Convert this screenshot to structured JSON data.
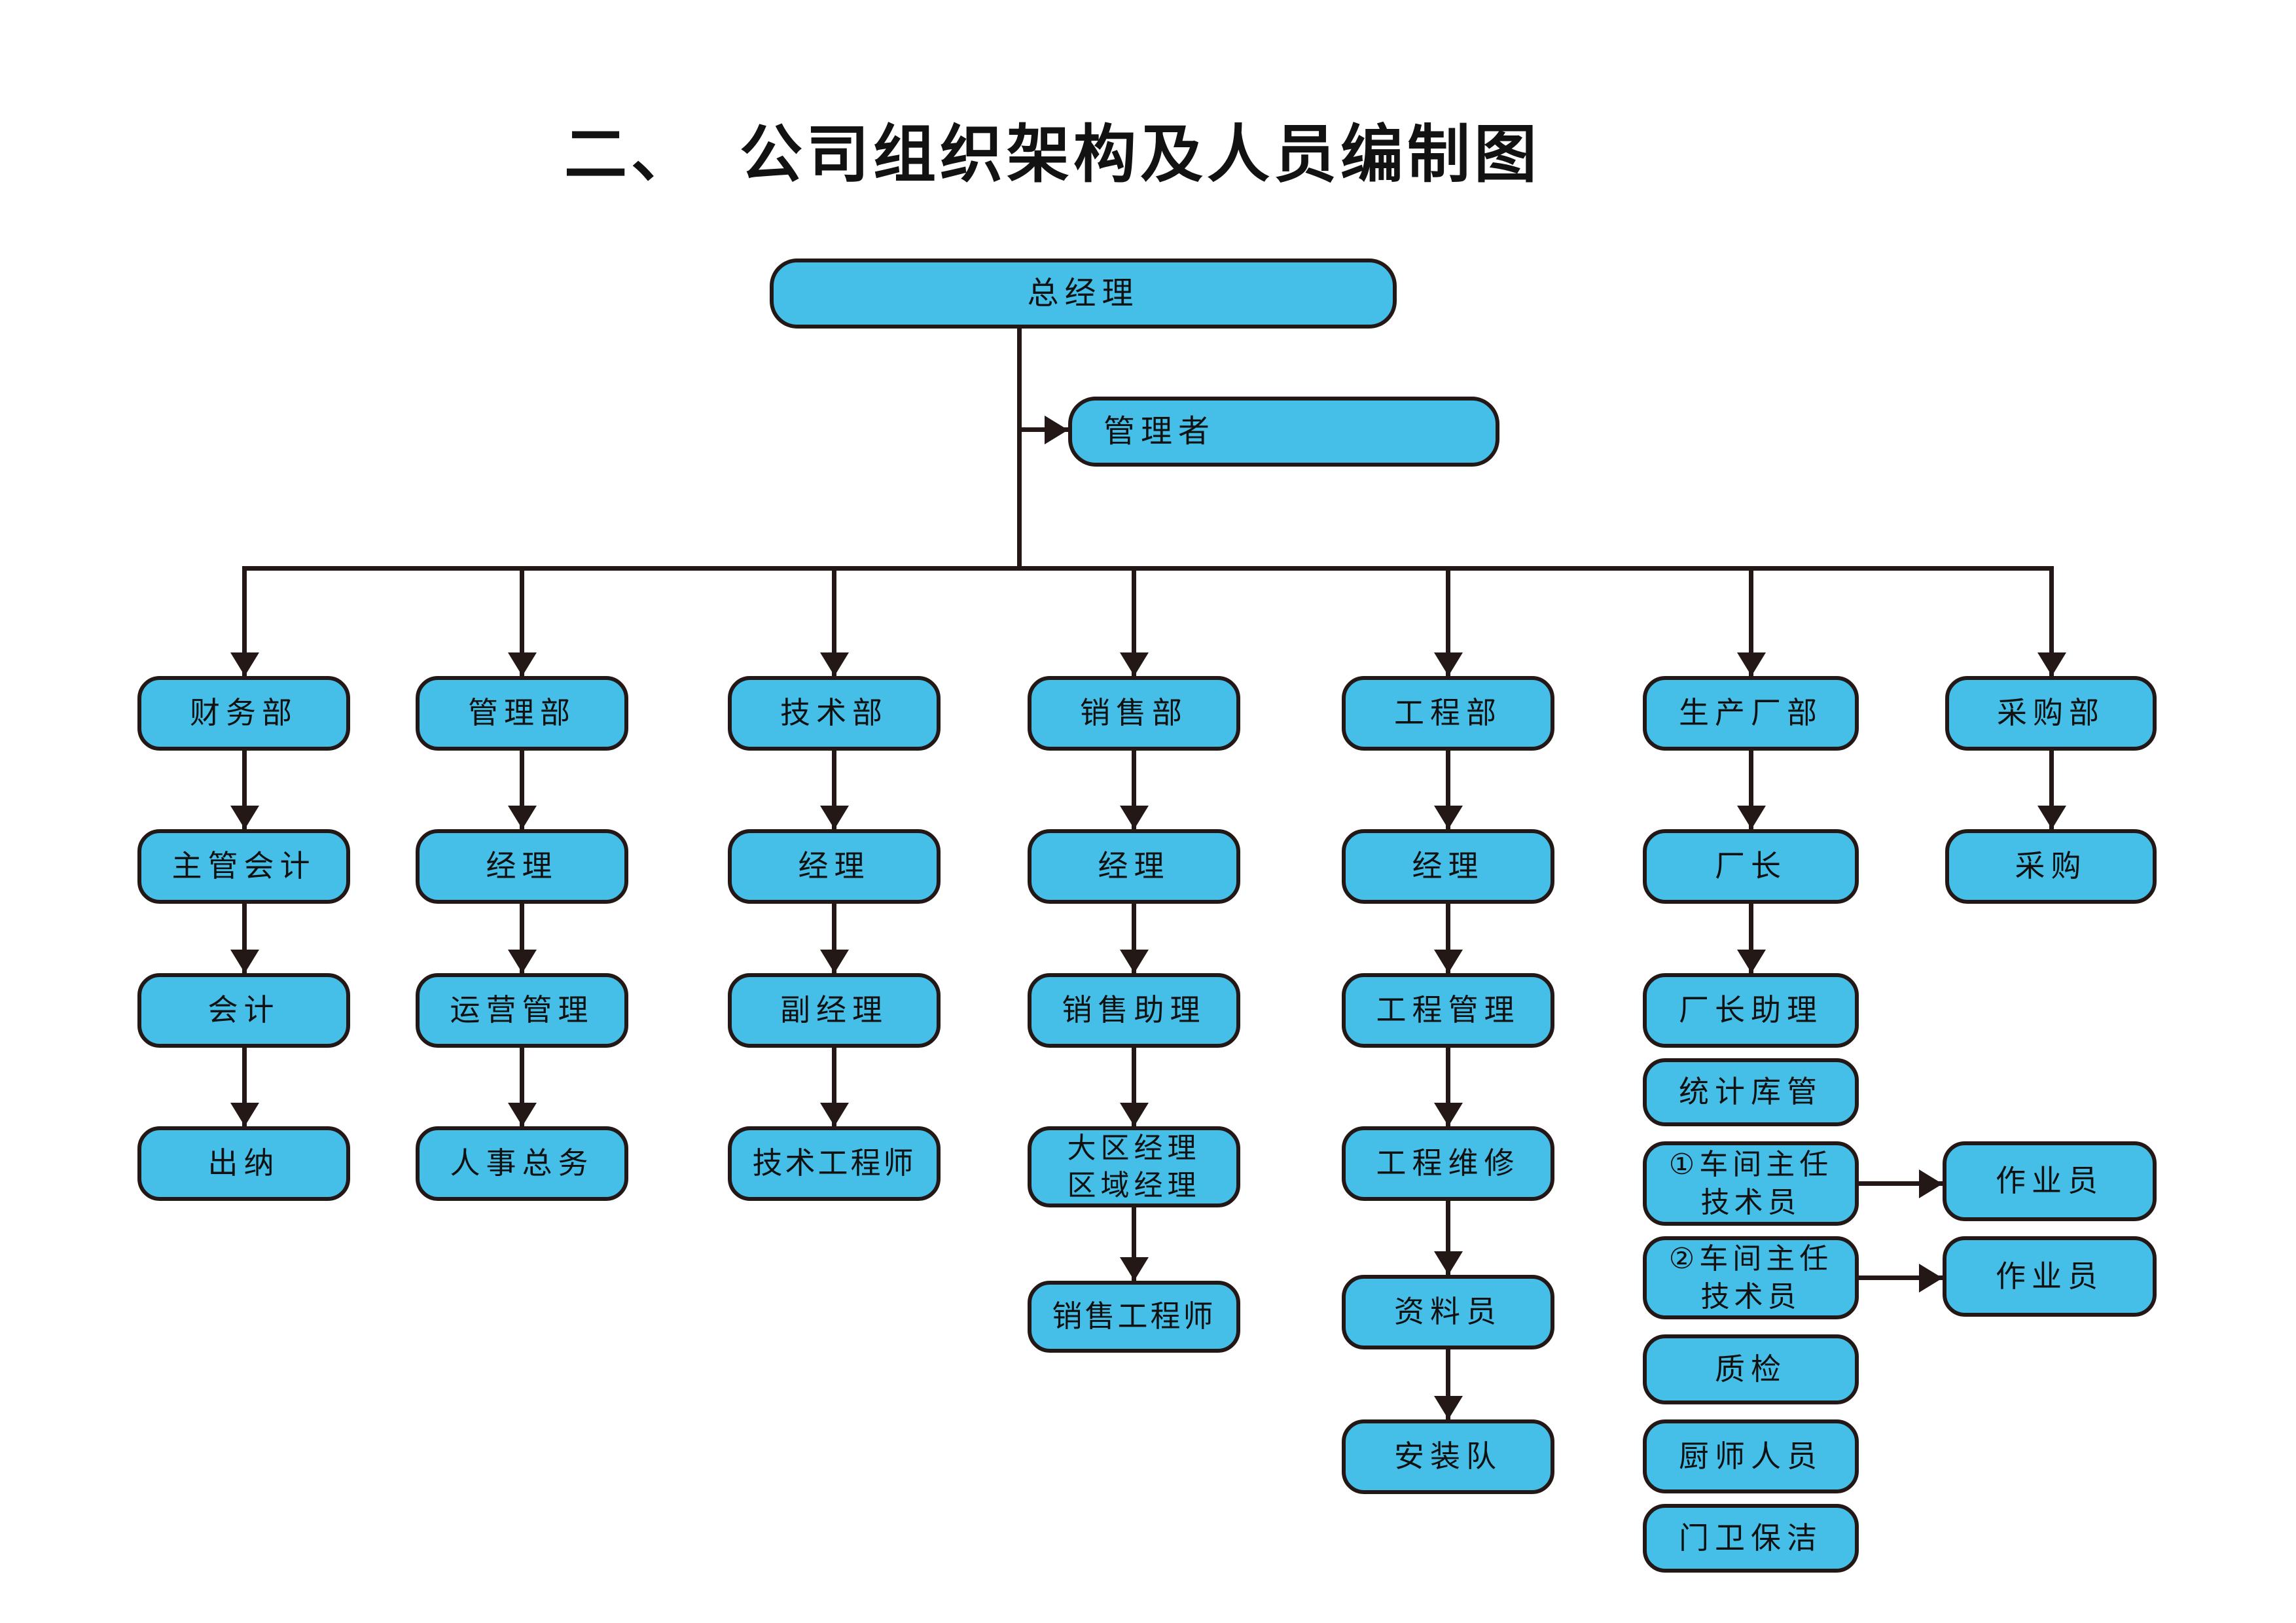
{
  "title": {
    "prefix": "二、",
    "main": "公司组织架构及人员编制图"
  },
  "colors": {
    "box_fill": "#45BEE8",
    "box_border": "#231815",
    "connector": "#231815",
    "background": "#FFFFFF",
    "text": "#111111"
  },
  "nodes": {
    "gm": "总经理",
    "manager": "管理者",
    "finance_dept": "财务部",
    "chief_accountant": "主管会计",
    "accountant": "会计",
    "cashier": "出纳",
    "admin_dept": "管理部",
    "admin_manager": "经理",
    "operations_mgmt": "运营管理",
    "hr_general": "人事总务",
    "tech_dept": "技术部",
    "tech_manager": "经理",
    "deputy_manager": "副经理",
    "tech_engineer": "技术工程师",
    "sales_dept": "销售部",
    "sales_manager": "经理",
    "sales_assistant": "销售助理",
    "region_manager_line1": "大区经理",
    "region_manager_line2": "区域经理",
    "sales_engineer": "销售工程师",
    "eng_dept": "工程部",
    "eng_manager": "经理",
    "eng_mgmt": "工程管理",
    "eng_maint": "工程维修",
    "doc_clerk": "资料员",
    "install_team": "安装队",
    "prod_dept": "生产厂部",
    "factory_director": "厂长",
    "director_assistant": "厂长助理",
    "stats_warehouse": "统计库管",
    "workshop1_line1": "①车间主任",
    "workshop1_line2": "技术员",
    "workshop2_line1": "②车间主任",
    "workshop2_line2": "技术员",
    "quality_check": "质检",
    "cook_staff": "厨师人员",
    "guard_cleaning": "门卫保洁",
    "purchase_dept": "采购部",
    "purchasing": "采购",
    "operator1": "作业员",
    "operator2": "作业员"
  },
  "edges": [
    {
      "from": "gm",
      "to": "manager"
    },
    {
      "from": "gm",
      "to": "finance_dept"
    },
    {
      "from": "gm",
      "to": "admin_dept"
    },
    {
      "from": "gm",
      "to": "tech_dept"
    },
    {
      "from": "gm",
      "to": "sales_dept"
    },
    {
      "from": "gm",
      "to": "eng_dept"
    },
    {
      "from": "gm",
      "to": "prod_dept"
    },
    {
      "from": "gm",
      "to": "purchase_dept"
    },
    {
      "from": "finance_dept",
      "to": "chief_accountant"
    },
    {
      "from": "chief_accountant",
      "to": "accountant"
    },
    {
      "from": "accountant",
      "to": "cashier"
    },
    {
      "from": "admin_dept",
      "to": "admin_manager"
    },
    {
      "from": "admin_manager",
      "to": "operations_mgmt"
    },
    {
      "from": "operations_mgmt",
      "to": "hr_general"
    },
    {
      "from": "tech_dept",
      "to": "tech_manager"
    },
    {
      "from": "tech_manager",
      "to": "deputy_manager"
    },
    {
      "from": "deputy_manager",
      "to": "tech_engineer"
    },
    {
      "from": "sales_dept",
      "to": "sales_manager"
    },
    {
      "from": "sales_manager",
      "to": "sales_assistant"
    },
    {
      "from": "sales_assistant",
      "to": "region_manager"
    },
    {
      "from": "region_manager",
      "to": "sales_engineer"
    },
    {
      "from": "eng_dept",
      "to": "eng_manager"
    },
    {
      "from": "eng_manager",
      "to": "eng_mgmt"
    },
    {
      "from": "eng_mgmt",
      "to": "eng_maint"
    },
    {
      "from": "eng_maint",
      "to": "doc_clerk"
    },
    {
      "from": "doc_clerk",
      "to": "install_team"
    },
    {
      "from": "prod_dept",
      "to": "factory_director"
    },
    {
      "from": "factory_director",
      "to": "director_assistant"
    },
    {
      "from": "workshop1",
      "to": "operator1"
    },
    {
      "from": "workshop2",
      "to": "operator2"
    },
    {
      "from": "purchase_dept",
      "to": "purchasing"
    }
  ]
}
